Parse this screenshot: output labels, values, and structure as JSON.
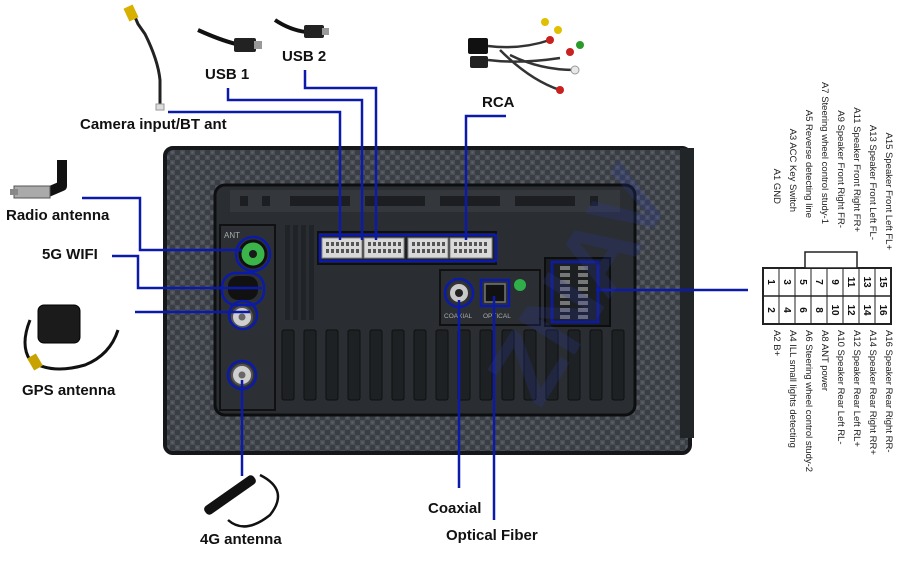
{
  "labels": {
    "camera": "Camera input/BT ant",
    "usb1": "USB 1",
    "usb2": "USB 2",
    "rca": "RCA",
    "radio": "Radio antenna",
    "wifi": "5G WIFI",
    "gps": "GPS antenna",
    "lte": "4G antenna",
    "coaxial": "Coaxial",
    "optical": "Optical Fiber",
    "ant_panel": "ANT",
    "coax_panel": "COAXIAL",
    "optical_panel": "OPTICAL"
  },
  "watermark": "ZNAV",
  "pinout": {
    "top_rows": [
      "15",
      "13",
      "11",
      "9",
      "7",
      "5",
      "3",
      "1"
    ],
    "bottom_rows": [
      "16",
      "14",
      "12",
      "10",
      "8",
      "6",
      "4",
      "2"
    ],
    "left_list": [
      "A15 Speaker Front Left FL+",
      "A13 Speaker Front Left FL-",
      "A11 Speaker Front Right FR+",
      "A9 Speaker Front Right FR-",
      "A7 Steering wheel control study-1",
      "A5 Reverse detecting line",
      "A3 ACC Key Switch",
      "A1 GND"
    ],
    "right_list": [
      "A16 Speaker Rear Right RR-",
      "A14 Speaker Rear Right RR+",
      "A12 Speaker Rear Left RL+",
      "A10 Speaker Rear Left RL-",
      "A8 ANT power",
      "A6 Steering wheel control study-2",
      "A4 ILL small lights detecting",
      "A2 B+"
    ]
  },
  "colors": {
    "leader": "#0b1aa8",
    "panel": "#2e3238",
    "frame": "#1a1c1f",
    "accent_green": "#2fae4a"
  },
  "icons": {
    "camera_cable": "rca-cable-icon",
    "usb_cable": "usb-cable-icon",
    "harness": "wire-harness-icon",
    "radio_plug": "radio-plug-icon",
    "gps_puck": "gps-antenna-icon",
    "lte_antenna": "stick-antenna-icon"
  }
}
